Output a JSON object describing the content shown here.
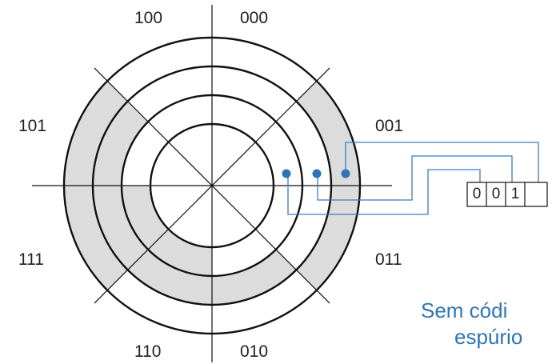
{
  "sector_labels": {
    "s000": "000",
    "s001": "001",
    "s011": "011",
    "s010": "010",
    "s110": "110",
    "s111": "111",
    "s101": "101",
    "s100": "100"
  },
  "register": {
    "bit_0": "0",
    "bit_1": "0",
    "bit_2": "1"
  },
  "caption": {
    "line1": "Sem códi",
    "line2": "espúrio"
  },
  "colors": {
    "shaded_segment": "#dcdcdc",
    "ring_stroke": "#111111",
    "connector": "#3a7dbf",
    "sensor_dot": "#2f74b5",
    "caption_text": "#2e75b6"
  }
}
